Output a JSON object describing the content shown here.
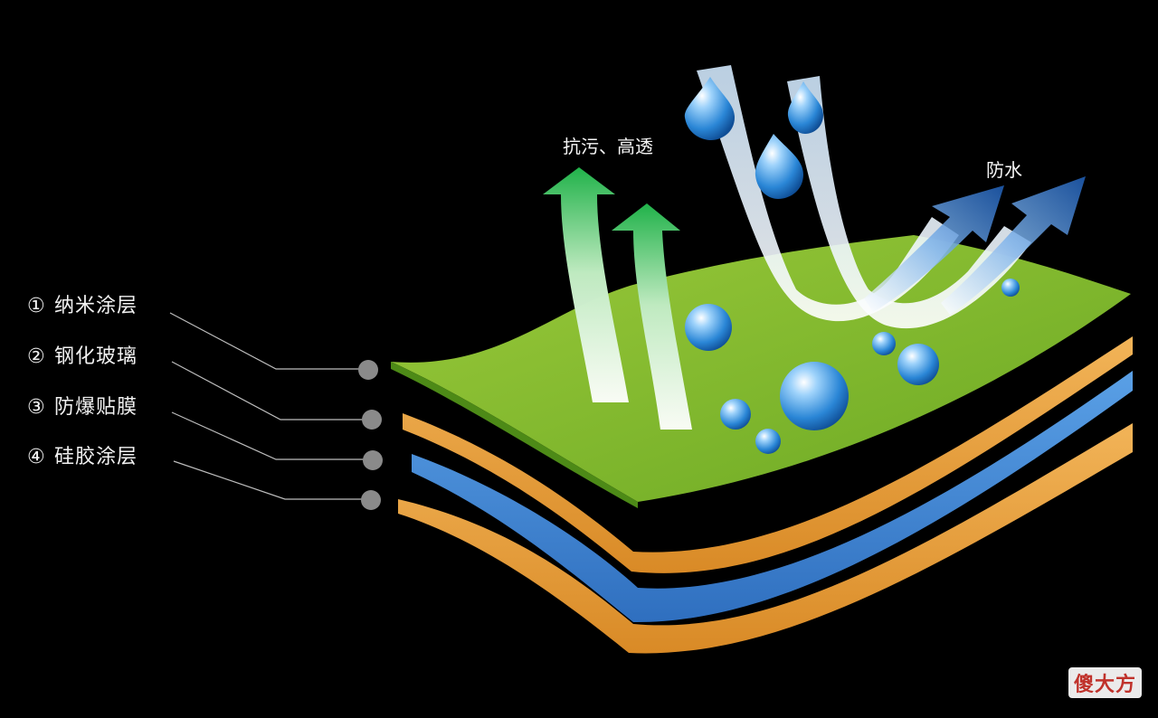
{
  "layers": [
    {
      "number": "①",
      "label": "纳米涂层"
    },
    {
      "number": "②",
      "label": "钢化玻璃"
    },
    {
      "number": "③",
      "label": "防爆贴膜"
    },
    {
      "number": "④",
      "label": "硅胶涂层"
    }
  ],
  "callouts": {
    "antifouling": "抗污、高透",
    "waterproof": "防水"
  },
  "watermark": "傻大方",
  "colors": {
    "background": "#000000",
    "nano_layer": "#7cb829",
    "glass_layer": "#e8a23d",
    "film_layer": "#3f86d6",
    "silicone_layer": "#e8a23d",
    "connector_dot": "#8a8a8a",
    "green_arrow": "#2fb84a",
    "blue_arrow": "#2a6fc9"
  }
}
